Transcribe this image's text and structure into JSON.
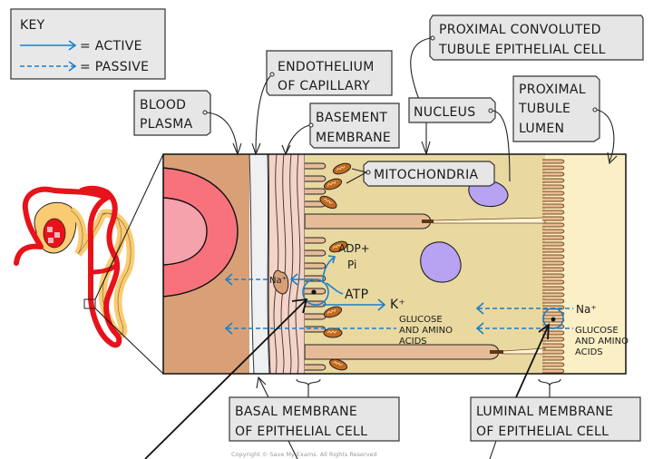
{
  "title": "Reabsorption in the proximal convoluted tubule",
  "key": {
    "heading": "KEY",
    "active_label": "= ACTIVE",
    "passive_label": "= PASSIVE"
  },
  "labels": {
    "blood_plasma": [
      "BLOOD",
      "PLASMA"
    ],
    "endothelium": [
      "ENDOTHELIUM",
      "OF CAPILLARY"
    ],
    "basement_membrane": [
      "BASEMENT",
      "MEMBRANE"
    ],
    "pct_cell": [
      "PROXIMAL CONVOLUTED",
      "TUBULE EPITHELIAL CELL"
    ],
    "nucleus": "NUCLEUS",
    "lumen": [
      "PROXIMAL",
      "TUBULE",
      "LUMEN"
    ],
    "mitochondria": "MITOCHONDRIA",
    "basal_membrane": [
      "BASAL MEMBRANE",
      "OF EPITHELIAL CELL"
    ],
    "luminal_membrane": [
      "LUMINAL MEMBRANE",
      "OF EPITHELIAL CELL"
    ]
  },
  "molecules": {
    "na_basal": "Na⁺",
    "adp": "ADP+",
    "pi": "Pi",
    "atp": "ATP",
    "k": "K⁺",
    "glucose_mid": [
      "GLUCOSE",
      "AND AMINO",
      "ACIDS"
    ],
    "na_luminal": "Na⁺",
    "glucose_luminal": [
      "GLUCOSE",
      "AND AMINO",
      "ACIDS"
    ]
  },
  "colors": {
    "active_arrow": "#1a7fc9",
    "passive_arrow": "#1a7fc9",
    "blood_plasma": "#d9a077",
    "red_cell_outer": "#f8727c",
    "red_cell_inner": "#f6a2ad",
    "endothelium": "#eef0f2",
    "basement": "#f5d3c7",
    "cell_cytoplasm": "#e9d9a0",
    "lumen": "#fbefc6",
    "nucleus": "#b8a2f2",
    "mitochondria": "#c46a1e",
    "label_box": "#e6e6e6",
    "nephron_vessel": "#e8121a",
    "nephron_tubule": "#fbcb72"
  },
  "copyright": "Copyright © Save My Exams. All Rights Reserved"
}
